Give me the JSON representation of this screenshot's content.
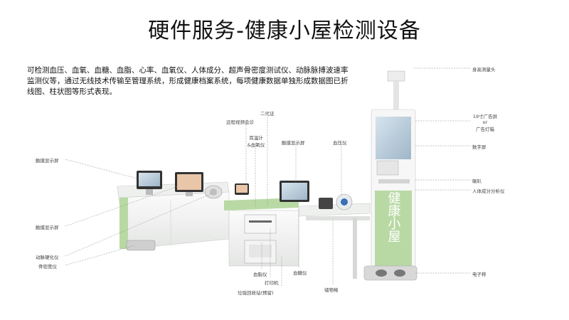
{
  "title": "硬件服务-健康小屋检测设备",
  "description": "可检测血压、血氧、血糖、血脂、心率、血氧仪、人体成分、超声骨密度测试仪、动脉脉搏波速率监测仪等，通过无线技术传输至管理系统，形成健康档案系统，每项健康数据单独形成数据图已折线图、柱状图等形式表现。",
  "kiosk_label": "健康小屋",
  "labels": {
    "height_head": "身高测量头",
    "ad_screen_line1": "19寸广告屏",
    "ad_screen_line2": "or",
    "ad_screen_line3": "广告灯箱",
    "digital_screen": "数字屏",
    "speaker": "喇叭",
    "body_comp": "人体成分分析仪",
    "scale": "电子称",
    "id_card": "二代证",
    "remote_consult": "远程视频会诊",
    "ear_thermo_line1": "耳温计",
    "ear_thermo_line2": "&血氧仪",
    "touch_mid": "触摸显示屏",
    "bp": "血压仪",
    "touch_left_top": "触摸显示屏",
    "touch_left_bottom": "触摸显示屏",
    "arterio": "动脉硬化仪",
    "bone": "骨密度仪",
    "lipid": "血脂仪",
    "glucose": "血糖仪",
    "printer": "打印机",
    "storage": "储物格",
    "trash": "垃圾回收站(预留)"
  },
  "colors": {
    "accent_green": "#b9d9a4",
    "panel_white": "#f4f5f4",
    "line_gray": "#8a8a8a"
  }
}
